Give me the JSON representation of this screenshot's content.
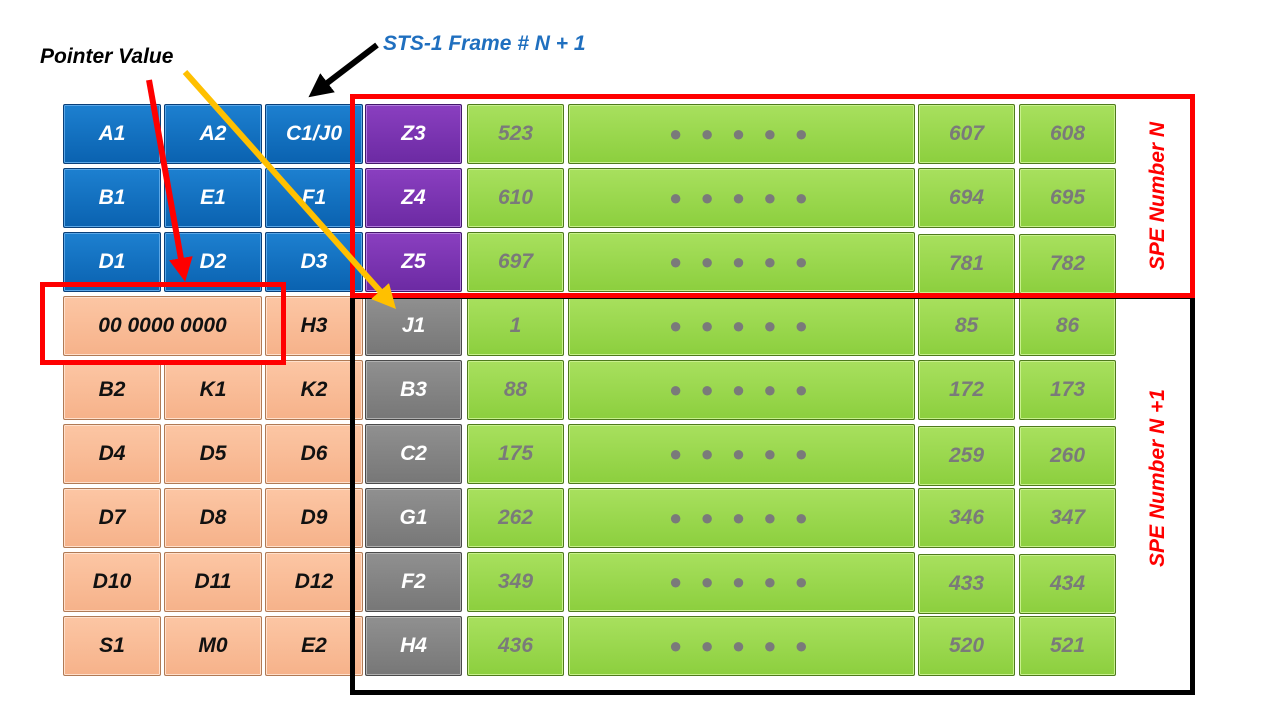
{
  "labels": {
    "pointer_value": "Pointer Value",
    "frame_title": "STS-1 Frame # N + 1",
    "spe_n": "SPE Number N",
    "spe_n1": "SPE Number N +1"
  },
  "colors": {
    "transport_overhead_section": "#0a62b0",
    "transport_overhead_line": "#f6b28a",
    "path_overhead_prev": "#6c2aa3",
    "path_overhead_current": "#808080",
    "payload": "#92d050",
    "spe_n_box": "#ff0000",
    "spe_n1_box": "#000000",
    "pointer_arrow": "#ff0000",
    "j1_arrow": "#ffc000"
  },
  "rows": [
    {
      "toh": [
        "A1",
        "A2",
        "C1/J0"
      ],
      "poh": "Z3",
      "first": "523",
      "dots": "● ● ● ● ●",
      "last2": [
        "607",
        "608"
      ]
    },
    {
      "toh": [
        "B1",
        "E1",
        "F1"
      ],
      "poh": "Z4",
      "first": "610",
      "dots": "● ● ● ● ●",
      "last2": [
        "694",
        "695"
      ]
    },
    {
      "toh": [
        "D1",
        "D2",
        "D3"
      ],
      "poh": "Z5",
      "first": "697",
      "dots": "● ● ● ● ●",
      "last2": [
        "781",
        "782"
      ]
    },
    {
      "toh": [
        "00 0000 0000",
        "H3"
      ],
      "poh": "J1",
      "first": "1",
      "dots": "● ● ● ● ●",
      "last2": [
        "85",
        "86"
      ]
    },
    {
      "toh": [
        "B2",
        "K1",
        "K2"
      ],
      "poh": "B3",
      "first": "88",
      "dots": "● ● ● ● ●",
      "last2": [
        "172",
        "173"
      ]
    },
    {
      "toh": [
        "D4",
        "D5",
        "D6"
      ],
      "poh": "C2",
      "first": "175",
      "dots": "● ● ● ● ●",
      "last2": [
        "259",
        "260"
      ]
    },
    {
      "toh": [
        "D7",
        "D8",
        "D9"
      ],
      "poh": "G1",
      "first": "262",
      "dots": "● ● ● ● ●",
      "last2": [
        "346",
        "347"
      ]
    },
    {
      "toh": [
        "D10",
        "D11",
        "D12"
      ],
      "poh": "F2",
      "first": "349",
      "dots": "● ● ● ● ●",
      "last2": [
        "433",
        "434"
      ]
    },
    {
      "toh": [
        "S1",
        "M0",
        "E2"
      ],
      "poh": "H4",
      "first": "436",
      "dots": "● ● ● ● ●",
      "last2": [
        "520",
        "521"
      ]
    }
  ]
}
